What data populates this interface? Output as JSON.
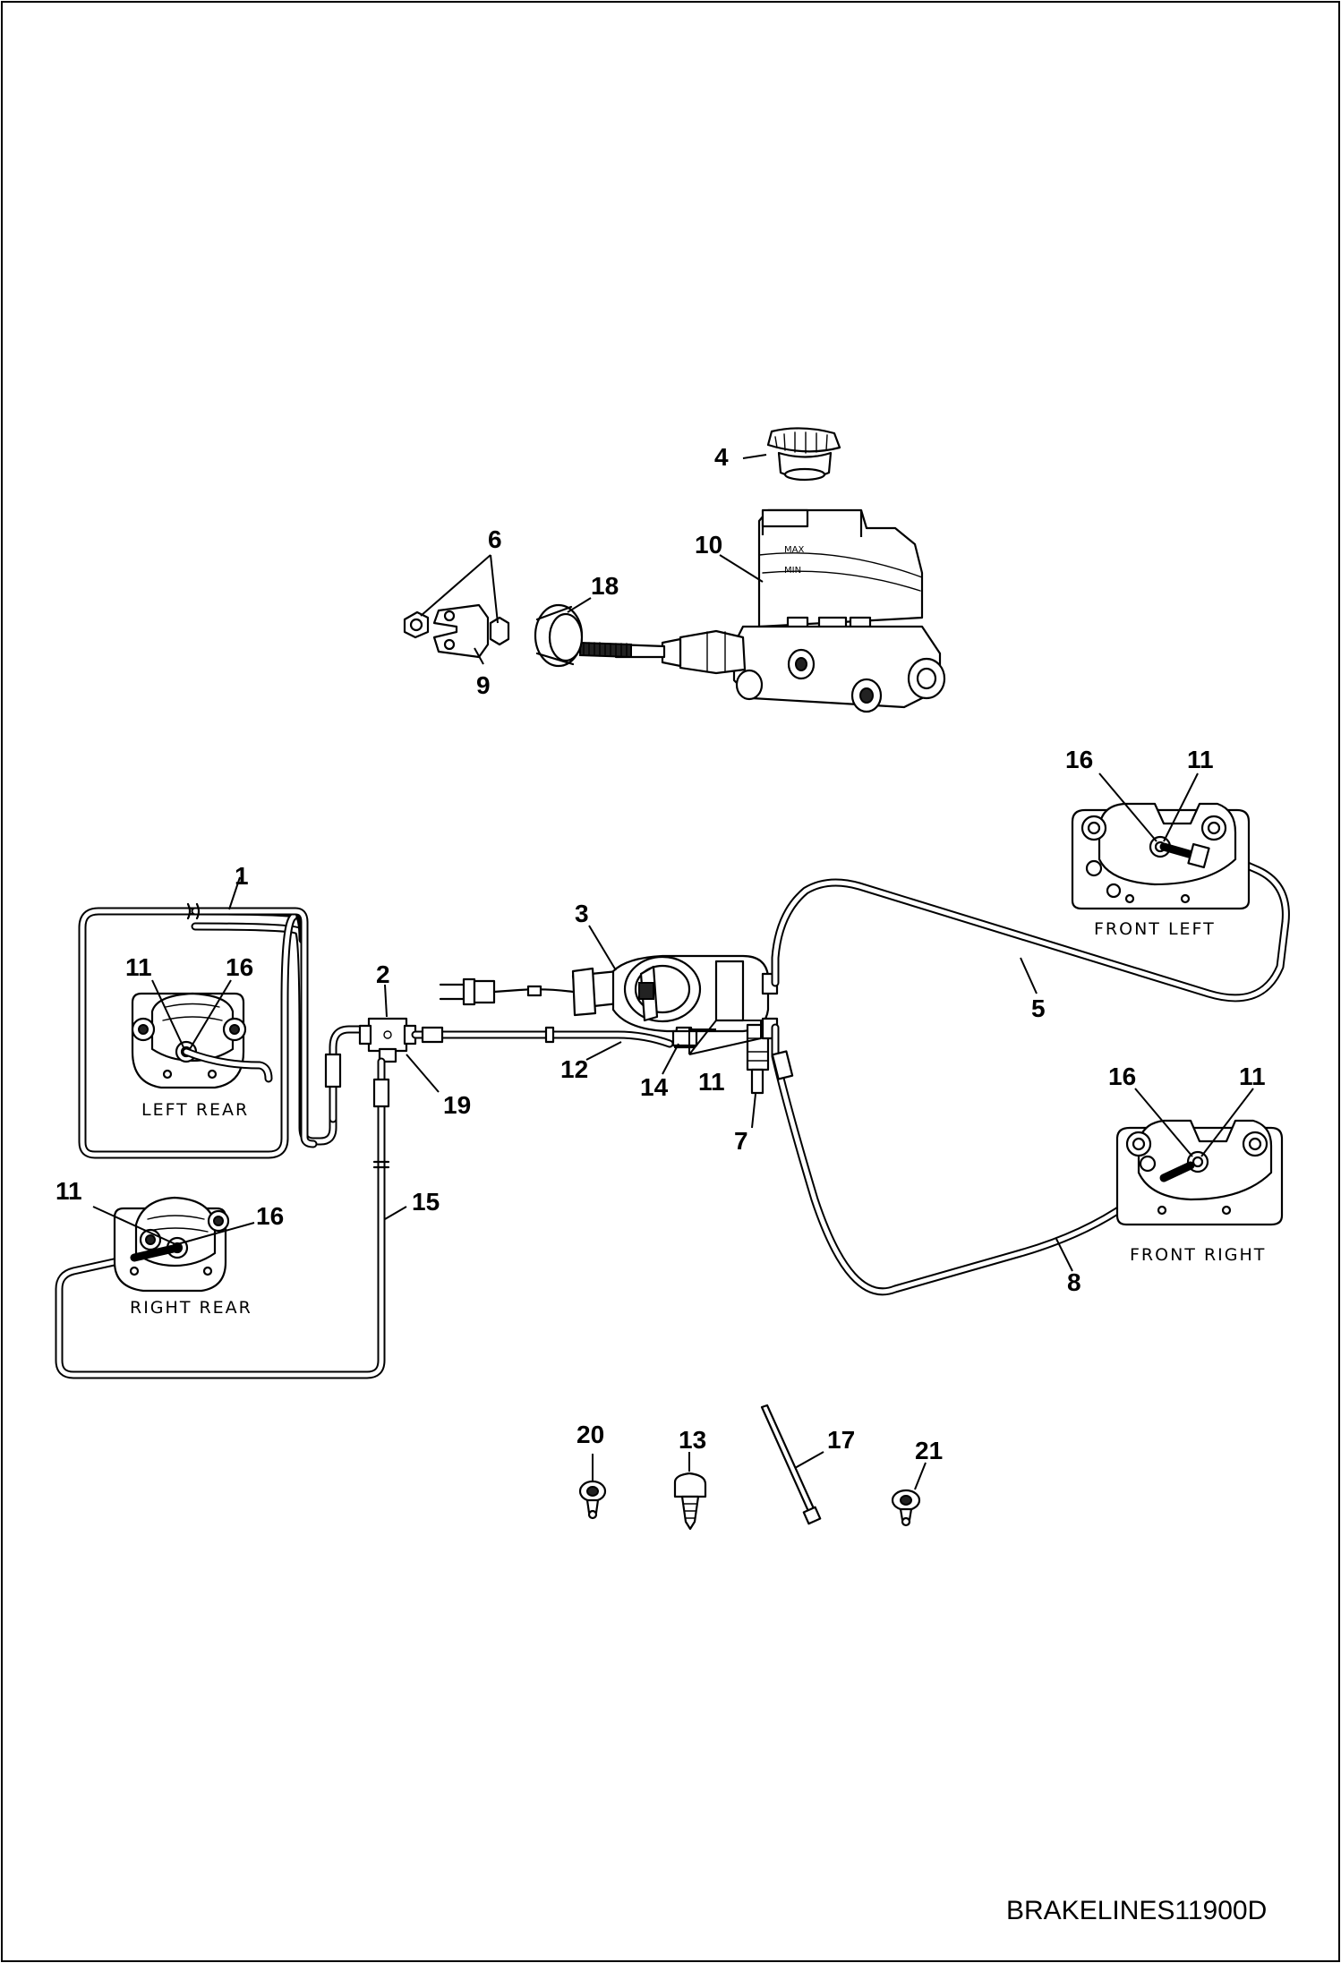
{
  "drawing_id": "BRAKELINES11900D",
  "captions": {
    "left_rear": "LEFT REAR",
    "right_rear": "RIGHT REAR",
    "front_left": "FRONT LEFT",
    "front_right": "FRONT RIGHT"
  },
  "callouts": {
    "c1": "1",
    "c2": "2",
    "c3": "3",
    "c4": "4",
    "c5": "5",
    "c6": "6",
    "c7": "7",
    "c8": "8",
    "c9": "9",
    "c10": "10",
    "c11_left_rear": "11",
    "c11_right_rear": "11",
    "c11_front_left": "11",
    "c11_front_right": "11",
    "c11_valve": "11",
    "c12": "12",
    "c13": "13",
    "c14": "14",
    "c15": "15",
    "c16_left_rear": "16",
    "c16_right_rear": "16",
    "c16_front_left": "16",
    "c16_front_right": "16",
    "c17": "17",
    "c18": "18",
    "c19": "19",
    "c20": "20",
    "c21": "21"
  }
}
